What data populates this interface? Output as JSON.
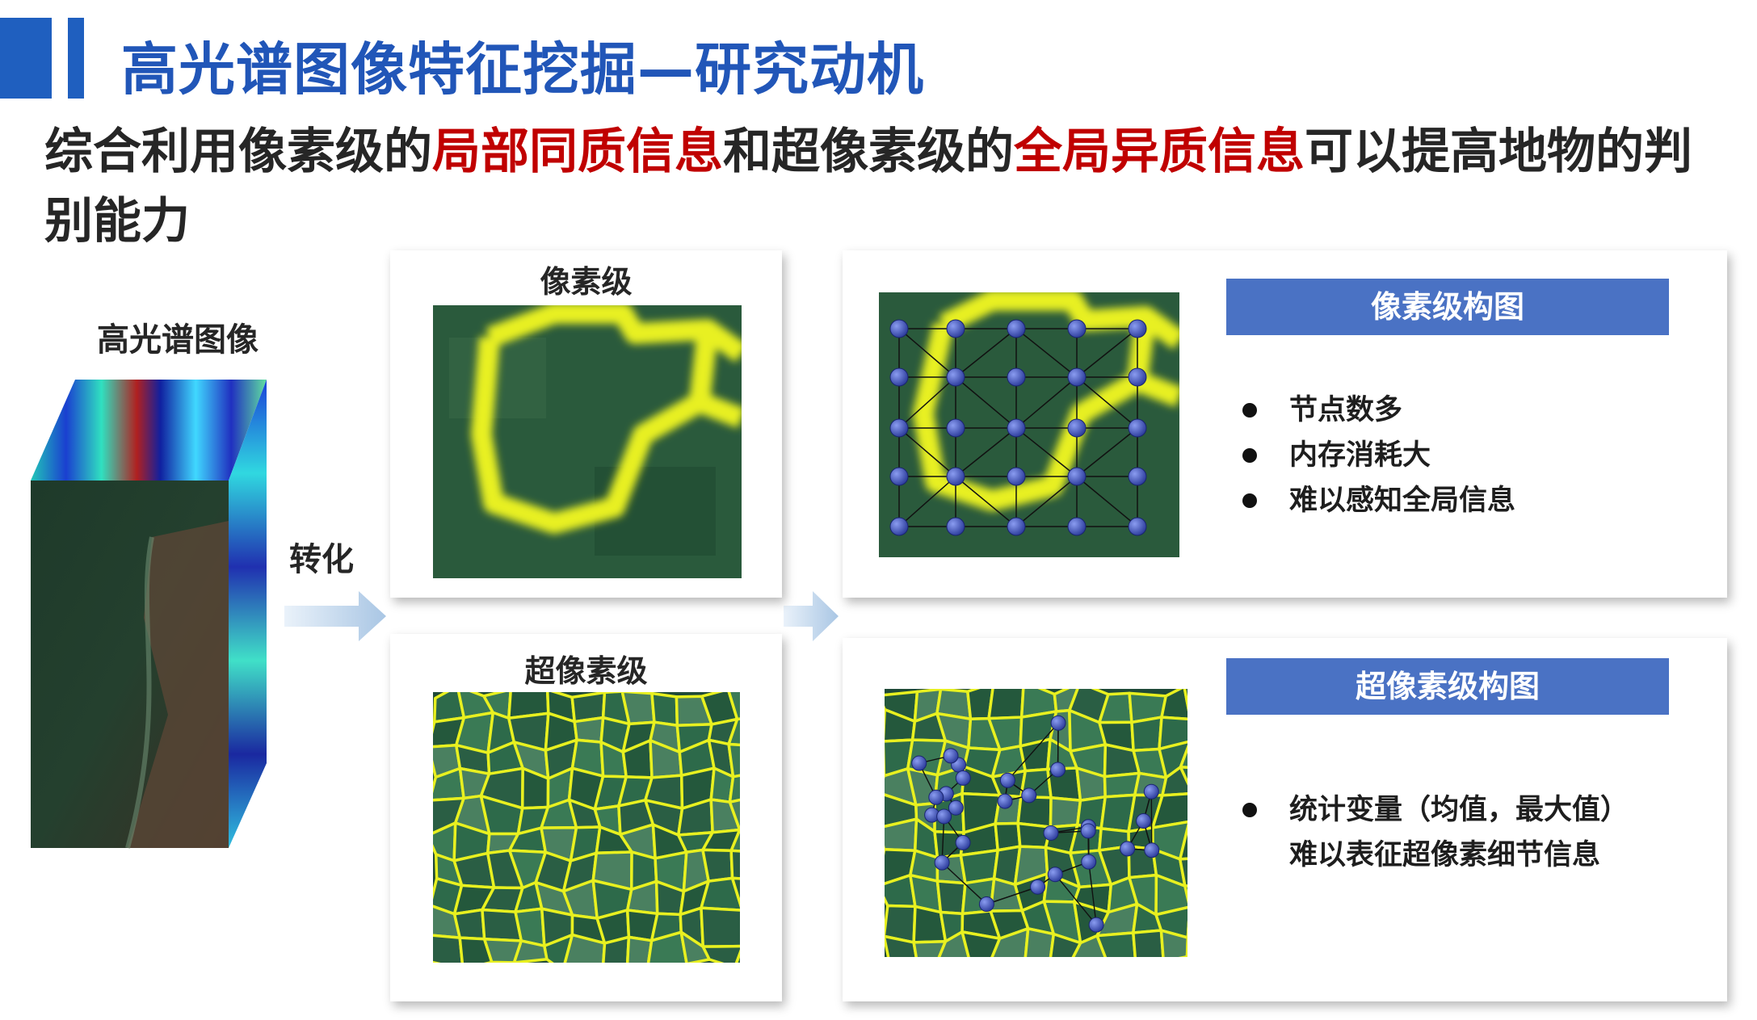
{
  "header": {
    "title": "高光谱图像特征挖掘—研究动机"
  },
  "subtitle": {
    "part1": "综合利用像素级的",
    "highlight1": "局部同质信息",
    "part2": "和超像素级的",
    "highlight2": "全局异质信息",
    "part3": "可以提高地物的判别能力"
  },
  "left": {
    "cube_label": "高光谱图像",
    "convert_label": "转化"
  },
  "middle": {
    "pixel_label": "像素级",
    "superpixel_label": "超像素级"
  },
  "right": {
    "pixel_graph": {
      "title": "像素级构图",
      "bullets": [
        "节点数多",
        "内存消耗大",
        "难以感知全局信息"
      ]
    },
    "superpixel_graph": {
      "title": "超像素级构图",
      "bullets": [
        "统计变量（均值，最大值）"
      ],
      "continuation": "难以表征超像素细节信息"
    }
  },
  "colors": {
    "title_blue": "#2156b8",
    "highlight_red": "#c00000",
    "bar_blue": "#4a72c4",
    "boundary_yellow": "#e8f020",
    "vegetation_green": "#2a5a3c",
    "node_blue": "#3b4fb0"
  }
}
